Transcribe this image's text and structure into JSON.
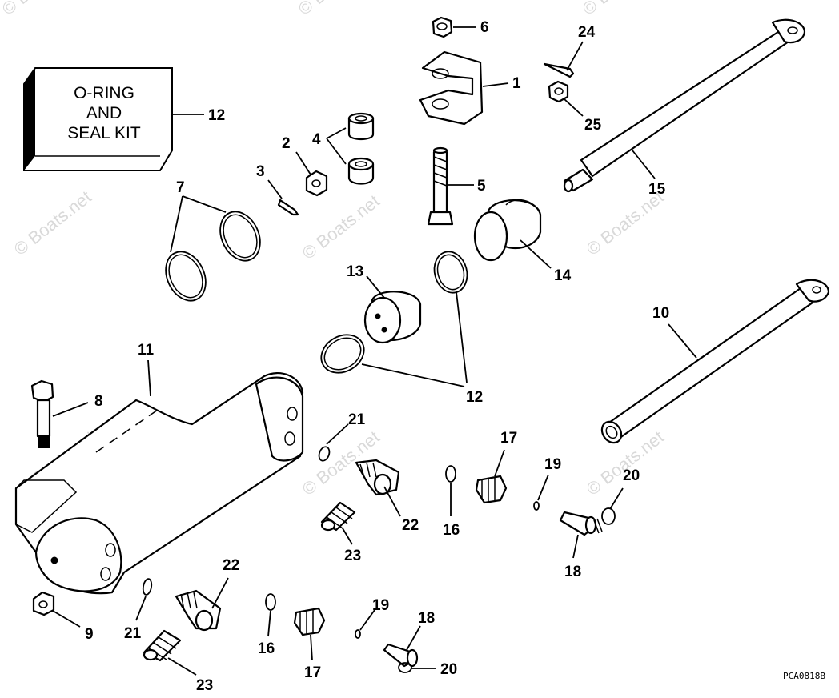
{
  "watermark": "© Boats.net",
  "kit_label": [
    "O-RING",
    "AND",
    "SEAL KIT"
  ],
  "drawing_code": "PCA0818B",
  "callouts": {
    "c1": "1",
    "c2": "2",
    "c3": "3",
    "c4": "4",
    "c5": "5",
    "c6": "6",
    "c7": "7",
    "c8": "8",
    "c9": "9",
    "c10": "10",
    "c11": "11",
    "c12a": "12",
    "c12b": "12",
    "c13": "13",
    "c14": "14",
    "c15": "15",
    "c16a": "16",
    "c16b": "16",
    "c17a": "17",
    "c17b": "17",
    "c18a": "18",
    "c18b": "18",
    "c19a": "19",
    "c19b": "19",
    "c20a": "20",
    "c20b": "20",
    "c21a": "21",
    "c21b": "21",
    "c22a": "22",
    "c22b": "22",
    "c23a": "23",
    "c23b": "23",
    "c24": "24",
    "c25": "25"
  }
}
